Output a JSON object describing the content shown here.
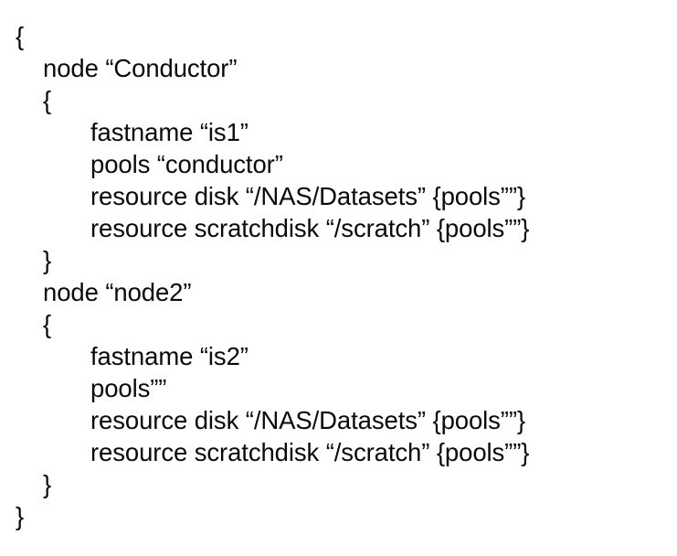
{
  "document": {
    "kind": "configuration-file-listing",
    "background_color": "#ffffff",
    "text_color": "#0a0a0a",
    "lines": [
      {
        "indent": 0,
        "text": "{"
      },
      {
        "indent": 1,
        "text": "node “Conductor”"
      },
      {
        "indent": 1,
        "text": "{"
      },
      {
        "indent": 2,
        "text": "fastname “is1”"
      },
      {
        "indent": 2,
        "text": "pools “conductor”"
      },
      {
        "indent": 2,
        "text": "resource disk “/NAS/Datasets” {pools””}"
      },
      {
        "indent": 2,
        "text": "resource scratchdisk “/scratch” {pools””}"
      },
      {
        "indent": 1,
        "text": "}"
      },
      {
        "indent": 1,
        "text": "node “node2”"
      },
      {
        "indent": 1,
        "text": "{"
      },
      {
        "indent": 2,
        "text": "fastname “is2”"
      },
      {
        "indent": 2,
        "text": "pools””"
      },
      {
        "indent": 2,
        "text": "resource disk “/NAS/Datasets” {pools””}"
      },
      {
        "indent": 2,
        "text": "resource scratchdisk “/scratch” {pools””}"
      },
      {
        "indent": 1,
        "text": "}"
      },
      {
        "indent": 0,
        "text": "}"
      }
    ]
  }
}
